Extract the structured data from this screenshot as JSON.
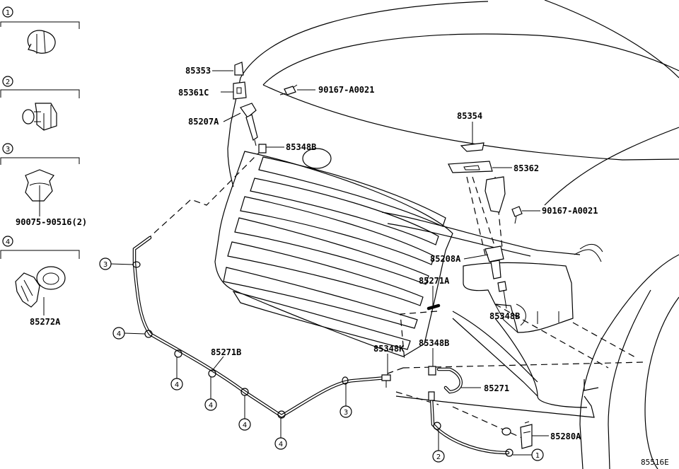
{
  "diagram_code": "85516E",
  "legend": [
    {
      "num": "1",
      "part": ""
    },
    {
      "num": "2",
      "part": ""
    },
    {
      "num": "3",
      "part": "90075-90516(2)"
    },
    {
      "num": "4",
      "part": "85272A"
    }
  ],
  "parts": {
    "p85353": "85353",
    "p85361C": "85361C",
    "p90167a": "90167-A0021",
    "p85207A": "85207A",
    "p85348B_top": "85348B",
    "p85354": "85354",
    "p85362": "85362",
    "p90167b": "90167-A0021",
    "p85208A": "85208A",
    "p85271A": "85271A",
    "p85348B_mid": "85348B",
    "p85271B": "85271B",
    "p85348K": "85348K",
    "p85348B_low": "85348B",
    "p85271": "85271",
    "p85280A": "85280A"
  },
  "callouts": {
    "c_a": "3",
    "c_b": "4",
    "c_c": "4",
    "c_d": "4",
    "c_e": "4",
    "c_f": "4",
    "c_g": "3",
    "c_h": "2",
    "c_i": "1"
  }
}
